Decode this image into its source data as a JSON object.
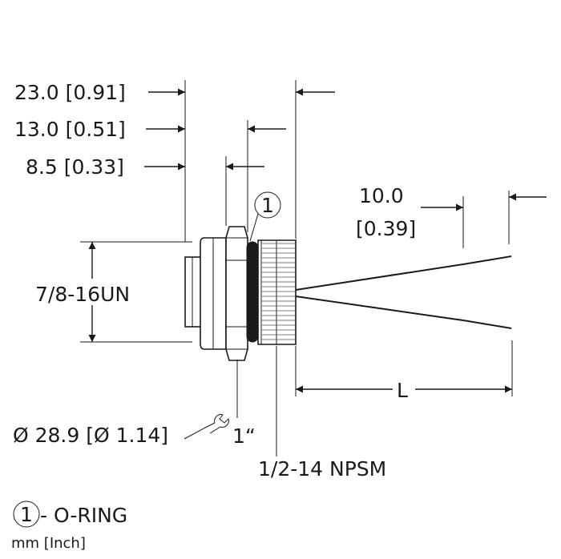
{
  "dimensions": {
    "d23": "23.0 [0.91]",
    "d13": "13.0 [0.51]",
    "d85": "8.5 [0.33]",
    "d10_line1": "10.0",
    "d10_line2": "[0.39]",
    "thread_un": "7/8-16UN",
    "length": "L",
    "diameter": "Ø 28.9 [Ø 1.14]",
    "wrench": "1“",
    "thread_npsm": "1/2-14 NPSM"
  },
  "callout": {
    "number": "1"
  },
  "legend": {
    "number": "1",
    "label": "- O-RING",
    "units": "mm [Inch]"
  },
  "colors": {
    "ink": "#1a1a1a",
    "background": "#ffffff"
  }
}
